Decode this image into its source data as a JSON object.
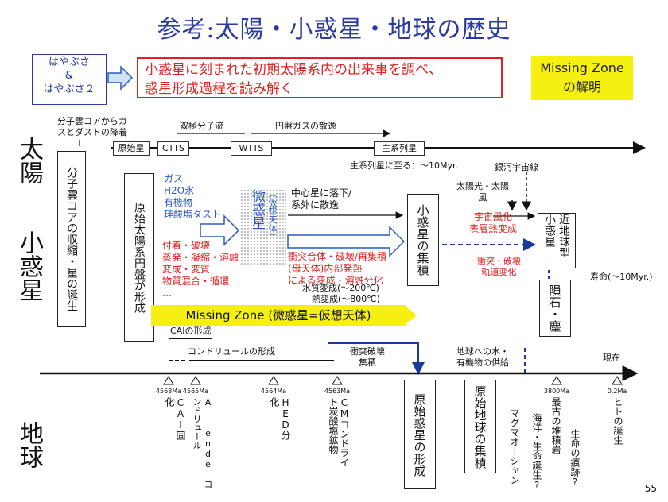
{
  "title": "参考:太陽・小惑星・地球の歴史",
  "hayabusa": {
    "line1": "はやぶさ",
    "line2": "&",
    "line3": "はやぶさ２"
  },
  "purpose": {
    "line1": "小惑星に刻まれた初期太陽系内の出来事を調べ、",
    "line2": "惑星形成過程を読み解く"
  },
  "missing_zone_box": {
    "line1": "Missing Zone",
    "line2": "の解明"
  },
  "row_labels": {
    "sun": "太陽",
    "asteroid": "小惑星",
    "earth": "地球"
  },
  "sun_row": {
    "core_note_1": "分子雲コアからガ",
    "core_note_2": "スとダストの降着",
    "bipolar": "双極分子流",
    "disk_dispersal": "円盤ガスの散逸",
    "protostar": "原始星",
    "ctts": "CTTS",
    "wtts": "WTTS",
    "main_sequence": "主系列星",
    "ms_reach": "主系列星に至る：～10Myr."
  },
  "left_boxes": {
    "core": "分子雲コアの収縮・星の誕生",
    "disk": "原始太陽系円盤が形成"
  },
  "materials": {
    "l1": "ガス",
    "l2": "H2O氷",
    "l3": "有機物",
    "l4": "珪酸塩ダスト",
    "l5": "…"
  },
  "processes": {
    "l1": "付着・破壊",
    "l2": "蒸発・凝縮・溶融",
    "l3": "変成・変質",
    "l4": "物質混合・循環",
    "l5": "…"
  },
  "planetesimal": {
    "main": "微惑星",
    "sub": "（仮想天体）"
  },
  "central_fall": {
    "l1": "中心星に落下/",
    "l2": "系外に散逸"
  },
  "collision": {
    "l1": "衝突合体・破壊/再集積",
    "l2": "(母天体)内部発熱",
    "l3": "による変成・溶融分化"
  },
  "alteration": {
    "water": "水質変成(～200℃)",
    "thermal": "熱変成(～800℃)"
  },
  "accumulation": "小惑星の集積",
  "galactic": "銀河宇宙線",
  "solar_wind": {
    "l1": "太陽光・太陽",
    "l2": "風"
  },
  "space_weathering": {
    "l1": "宇宙風化",
    "l2": "表層熱変成"
  },
  "orbital": {
    "l1": "衝突・破壊",
    "l2": "軌道変化"
  },
  "near_earth": "近地球型小惑星",
  "lifetime": "寿命(～10Myr.)",
  "meteorite": "隕石・塵",
  "missing_zone_bar": "Missing Zone (微惑星=仮想天体)",
  "cai_formation": "CAIの形成",
  "chondrule_formation": "コンドリュールの形成",
  "collision_accum": {
    "l1": "衝突破壊",
    "l2": "集積"
  },
  "water_supply": {
    "l1": "地球への水・",
    "l2": "有機物の供給"
  },
  "now": "現在",
  "ticks": [
    {
      "age": "4568Ma",
      "event": "CAI固化"
    },
    {
      "age": "4565Ma",
      "event": "Allende コンドリュール"
    },
    {
      "age": "4564Ma",
      "event": "HED分化"
    },
    {
      "age": "4563Ma",
      "event": "CMコンドライト炭酸塩鉱物"
    },
    {
      "age": "3800Ma",
      "event": "最古の堆積岩"
    },
    {
      "age": "0.2Ma",
      "event": "ヒトの誕生"
    }
  ],
  "earth_row": {
    "proto_planet": "原始惑星の形成",
    "proto_earth": "原始地球の集積",
    "magma_ocean": "マグマオーシャン",
    "ocean_life": "海洋・生命誕生?",
    "life_traces": "生命の痕跡?"
  },
  "page_number": "55",
  "colors": {
    "title": "#2a3aa0",
    "accent_red": "#e02020",
    "highlight": "#f5f010",
    "blue_text": "#2a5ac0"
  }
}
